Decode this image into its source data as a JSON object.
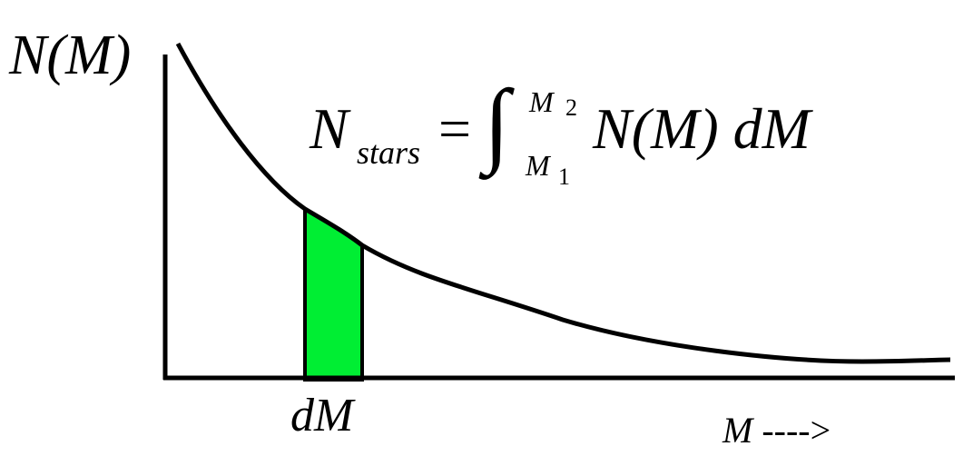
{
  "y_axis_label": "N(M)",
  "x_axis_label": "M ---->",
  "x_axis_label_parts": {
    "var": "M",
    "arrow": " ---->"
  },
  "strip_label": "dM",
  "formula": {
    "lhs": "N",
    "lhs_subscript": "stars",
    "equals": "=",
    "integral": "∫",
    "upper_limit": "M",
    "upper_limit_index": "2",
    "lower_limit": "M",
    "lower_limit_index": "1",
    "integrand": "N(M) dM"
  },
  "colors": {
    "curve": "#000000",
    "axes": "#000000",
    "strip_fill": "#00ee33",
    "background": "#ffffff"
  }
}
